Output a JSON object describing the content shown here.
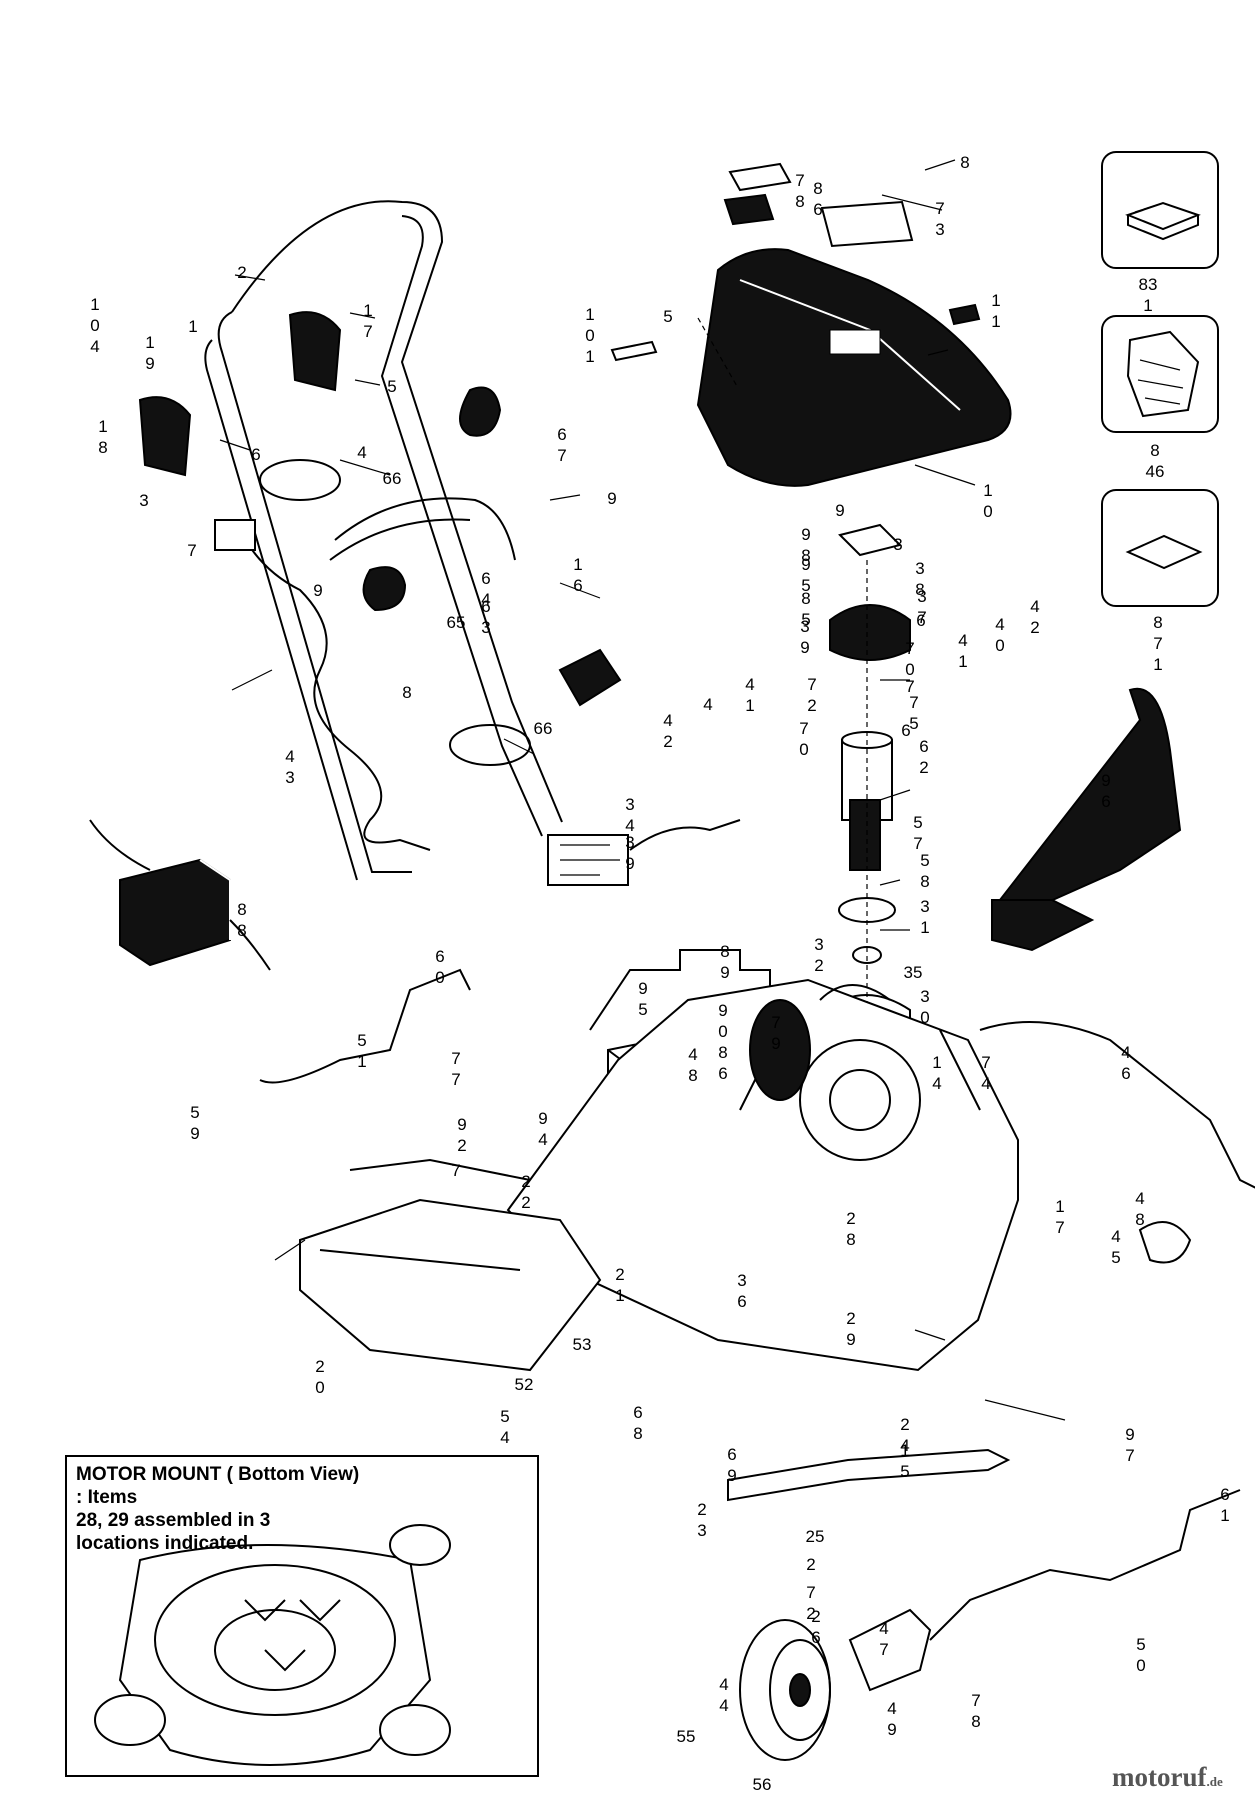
{
  "inset": {
    "line1": "MOTOR MOUNT ( Bottom View)",
    "line2": ": Items",
    "line3": "28, 29 assembled in 3",
    "line4": "locations indicated."
  },
  "watermark": {
    "name": "motoruf",
    "tld": ".de"
  },
  "callouts": [
    {
      "id": "accessory-manual",
      "text": "83\n1"
    },
    {
      "id": "accessory-bag",
      "text": "8\n46"
    },
    {
      "id": "accessory-sheet",
      "text": "8\n7\n1"
    },
    {
      "id": "p-8-top",
      "text": "8"
    },
    {
      "id": "p-78-top",
      "text": "7\n8"
    },
    {
      "id": "p-86-top",
      "text": "8\n6"
    },
    {
      "id": "p-73-top",
      "text": "7\n3"
    },
    {
      "id": "p-5-cover",
      "text": "5"
    },
    {
      "id": "p-11-cover",
      "text": "1\n1"
    },
    {
      "id": "p-101",
      "text": "1\n0\n1"
    },
    {
      "id": "p-10-cover",
      "text": "1\n0"
    },
    {
      "id": "p-2-handle",
      "text": "2"
    },
    {
      "id": "p-1-handle",
      "text": "1"
    },
    {
      "id": "p-104",
      "text": "1\n0\n4"
    },
    {
      "id": "p-17",
      "text": "1\n7"
    },
    {
      "id": "p-19",
      "text": "1\n9"
    },
    {
      "id": "p-5-switch",
      "text": "5"
    },
    {
      "id": "p-18",
      "text": "1\n8"
    },
    {
      "id": "p-6-lever",
      "text": "6"
    },
    {
      "id": "p-4-switch",
      "text": "4"
    },
    {
      "id": "p-3-box",
      "text": "3"
    },
    {
      "id": "p-67",
      "text": "6\n7"
    },
    {
      "id": "p-66-upper",
      "text": "66"
    },
    {
      "id": "p-9-pin",
      "text": "9"
    },
    {
      "id": "p-7-cord",
      "text": "7"
    },
    {
      "id": "p-16",
      "text": "1\n6"
    },
    {
      "id": "p-64",
      "text": "6\n4"
    },
    {
      "id": "p-63",
      "text": "6\n3"
    },
    {
      "id": "p-65",
      "text": "65"
    },
    {
      "id": "p-9-cable",
      "text": "9"
    },
    {
      "id": "p-8-handle",
      "text": "8"
    },
    {
      "id": "p-66-lower",
      "text": "66"
    },
    {
      "id": "p-43",
      "text": "4\n3"
    },
    {
      "id": "p-34",
      "text": "3\n4"
    },
    {
      "id": "p-39-board",
      "text": "3\n9"
    },
    {
      "id": "p-88",
      "text": "8\n8"
    },
    {
      "id": "p-89",
      "text": "8\n9"
    },
    {
      "id": "p-95",
      "text": "9\n5"
    },
    {
      "id": "p-60",
      "text": "6\n0"
    },
    {
      "id": "p-51",
      "text": "5\n1"
    },
    {
      "id": "p-77",
      "text": "7\n7"
    },
    {
      "id": "p-59",
      "text": "5\n9"
    },
    {
      "id": "p-92",
      "text": "9\n2"
    },
    {
      "id": "p-7-strip",
      "text": "7"
    },
    {
      "id": "p-94",
      "text": "9\n4"
    },
    {
      "id": "p-22",
      "text": "2\n2"
    },
    {
      "id": "p-21",
      "text": "2\n1"
    },
    {
      "id": "p-20",
      "text": "2\n0"
    },
    {
      "id": "p-53",
      "text": "53"
    },
    {
      "id": "p-52",
      "text": "52"
    },
    {
      "id": "p-54",
      "text": "5\n4"
    },
    {
      "id": "p-68",
      "text": "6\n8"
    },
    {
      "id": "p-69",
      "text": "6\n9"
    },
    {
      "id": "p-90",
      "text": "9\n0"
    },
    {
      "id": "p-86-battery",
      "text": "8\n6"
    },
    {
      "id": "p-48-battery",
      "text": "4\n8"
    },
    {
      "id": "p-79",
      "text": "7\n9"
    },
    {
      "id": "p-28",
      "text": "2\n8"
    },
    {
      "id": "p-36",
      "text": "3\n6"
    },
    {
      "id": "p-29",
      "text": "2\n9"
    },
    {
      "id": "p-24",
      "text": "2\n4"
    },
    {
      "id": "p-15",
      "text": "1\n5"
    },
    {
      "id": "p-23",
      "text": "2\n3"
    },
    {
      "id": "p-25",
      "text": "25"
    },
    {
      "id": "p-2-blade",
      "text": "2"
    },
    {
      "id": "p-72",
      "text": "7\n2"
    },
    {
      "id": "p-26",
      "text": "2\n6"
    },
    {
      "id": "p-47",
      "text": "4\n7"
    },
    {
      "id": "p-44",
      "text": "4\n4"
    },
    {
      "id": "p-55",
      "text": "55"
    },
    {
      "id": "p-56",
      "text": "56"
    },
    {
      "id": "p-49",
      "text": "4\n9"
    },
    {
      "id": "p-78-axle",
      "text": "7\n8"
    },
    {
      "id": "p-50",
      "text": "5\n0"
    },
    {
      "id": "p-61",
      "text": "6\n1"
    },
    {
      "id": "p-97",
      "text": "9\n7"
    },
    {
      "id": "p-45",
      "text": "4\n5"
    },
    {
      "id": "p-48-right",
      "text": "4\n8"
    },
    {
      "id": "p-1-deck",
      "text": "1\n7"
    },
    {
      "id": "p-14",
      "text": "1\n4"
    },
    {
      "id": "p-74",
      "text": "7\n4"
    },
    {
      "id": "p-46",
      "text": "4\n6"
    },
    {
      "id": "p-96",
      "text": "9\n6"
    },
    {
      "id": "p-30",
      "text": "3\n0"
    },
    {
      "id": "p-35",
      "text": "35"
    },
    {
      "id": "p-32",
      "text": "3\n2"
    },
    {
      "id": "p-31",
      "text": "3\n1"
    },
    {
      "id": "p-58",
      "text": "5\n8"
    },
    {
      "id": "p-57",
      "text": "5\n7"
    },
    {
      "id": "p-62",
      "text": "6\n2"
    },
    {
      "id": "p-6-motor",
      "text": "6"
    },
    {
      "id": "p-75",
      "text": "7\n5"
    },
    {
      "id": "p-7-motor",
      "text": "7"
    },
    {
      "id": "p-70-a",
      "text": "7\n0"
    },
    {
      "id": "p-41",
      "text": "4\n1"
    },
    {
      "id": "p-40",
      "text": "4\n0"
    },
    {
      "id": "p-42-right",
      "text": "4\n2"
    },
    {
      "id": "p-3-top",
      "text": "3"
    },
    {
      "id": "p-38",
      "text": "3\n8"
    },
    {
      "id": "p-37",
      "text": "3\n7"
    },
    {
      "id": "p-39-motor",
      "text": "3\n9"
    },
    {
      "id": "p-85-a",
      "text": "8\n5"
    },
    {
      "id": "p-98-a",
      "text": "9\n8"
    },
    {
      "id": "p-95-a",
      "text": "9\n5"
    },
    {
      "id": "p-6-cap",
      "text": "6"
    },
    {
      "id": "p-9-nut",
      "text": "9"
    },
    {
      "id": "p-42-left",
      "text": "4\n2"
    },
    {
      "id": "p-4-spring",
      "text": "4"
    },
    {
      "id": "p-41-spring",
      "text": "4\n1"
    },
    {
      "id": "p-70-b",
      "text": "7\n0"
    },
    {
      "id": "p-72-b",
      "text": "7\n2"
    }
  ]
}
